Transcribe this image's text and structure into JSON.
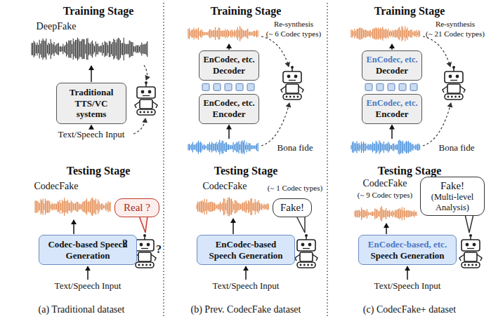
{
  "diagram": {
    "nodes": [
      {
        "text": [
          "Traditional TTS/VC systems"
        ]
      },
      {
        "text": [
          "Real ?"
        ]
      },
      {
        "text": [
          "Codec-based Speech Generation"
        ]
      },
      {
        "text": [
          "EnCodec, etc.",
          "Decoder"
        ]
      },
      {
        "text": [
          "EnCodec, etc.",
          "Encoder"
        ]
      },
      {
        "text": [
          "Fake!"
        ]
      },
      {
        "text": [
          "EnCodec-based Speech Generation"
        ]
      },
      {
        "text": [
          "EnCodec, etc.",
          "Decoder"
        ]
      },
      {
        "text": [
          "EnCodec, etc.",
          "Encoder"
        ]
      },
      {
        "text": [
          "Fake!",
          "(Multi-level Analysis)"
        ]
      },
      {
        "text": [
          "EnCodec-based, etc.",
          "Speech Generation"
        ]
      }
    ],
    "labels": [
      "Training Stage",
      "DeepFake",
      "Text/Speech Input",
      "Testing Stage",
      "CodecFake",
      "?",
      "?",
      "Text/Speech Input",
      "(a) Traditional dataset",
      "Training Stage",
      "Re-synthesis",
      "(~ 6 Codec types)",
      "Bona fide",
      "Testing Stage",
      "CodecFake",
      "(~ 1 Codec types)",
      "Text/Speech Input",
      "(b) Prev. CodecFake dataset",
      "Training Stage",
      "Re-synthesis",
      "(~ 21 Codec types)",
      "Bona fide",
      "Testing Stage",
      "CodecFake",
      "(~ 9 Codec types)",
      "Text/Speech Input",
      "(c) CodecFake+ dataset"
    ]
  }
}
